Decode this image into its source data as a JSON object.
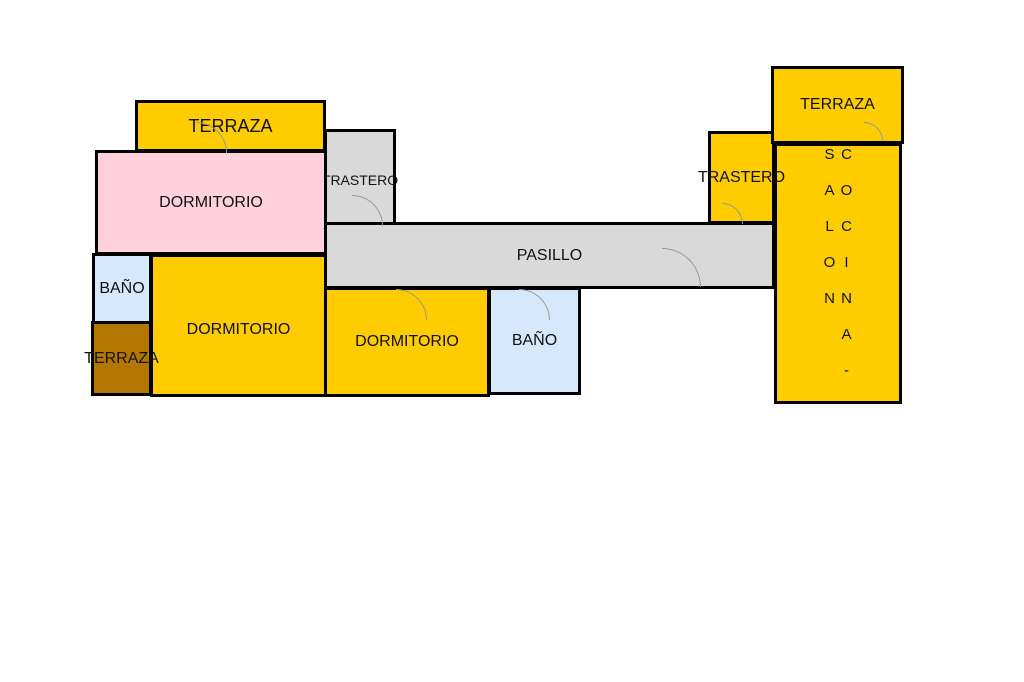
{
  "rooms": {
    "terraza_top_left": "TERRAZA",
    "dormitorio_pink": "DORMITORIO",
    "trastero_left": "TRASTERO",
    "pasillo": "PASILLO",
    "bano_left": "BAÑO",
    "terraza_brown": "TERRAZA",
    "dormitorio_2": "DORMITORIO",
    "dormitorio_3": "DORMITORIO",
    "bano_2": "BAÑO",
    "trastero_right": "TRASTERO",
    "terraza_right": "TERRAZA",
    "cocina_salon": "C O C I N A - S A L O N"
  },
  "colors": {
    "yellow": "#ffcc00",
    "pink": "#ffd1dc",
    "grey": "#d9d9d9",
    "blue": "#d6e8fb",
    "brown": "#b37700"
  }
}
